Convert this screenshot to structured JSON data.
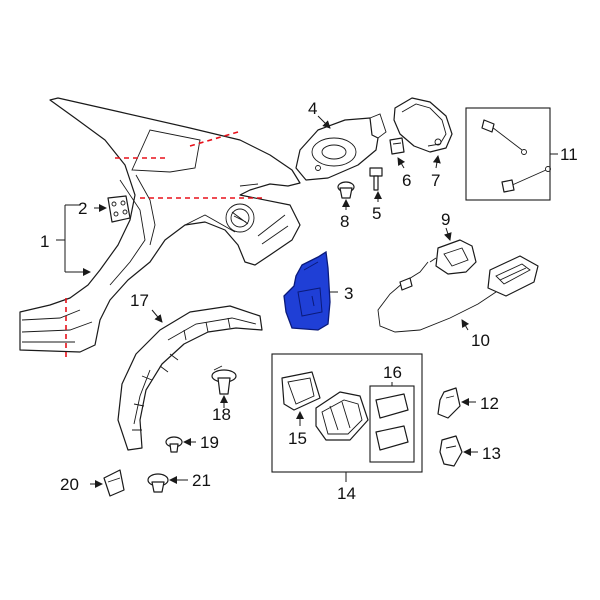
{
  "callouts": {
    "c1": "1",
    "c2": "2",
    "c3": "3",
    "c4": "4",
    "c5": "5",
    "c6": "6",
    "c7": "7",
    "c8": "8",
    "c9": "9",
    "c10": "10",
    "c11": "11",
    "c12": "12",
    "c13": "13",
    "c14": "14",
    "c15": "15",
    "c16": "16",
    "c17": "17",
    "c18": "18",
    "c19": "19",
    "c20": "20",
    "c21": "21"
  },
  "colors": {
    "highlight_fill": "#1f3fd6",
    "highlight_stroke": "#0a1a7a",
    "cut_line": "#e8101a",
    "line": "#1a1a1a"
  },
  "highlighted_part": "3"
}
